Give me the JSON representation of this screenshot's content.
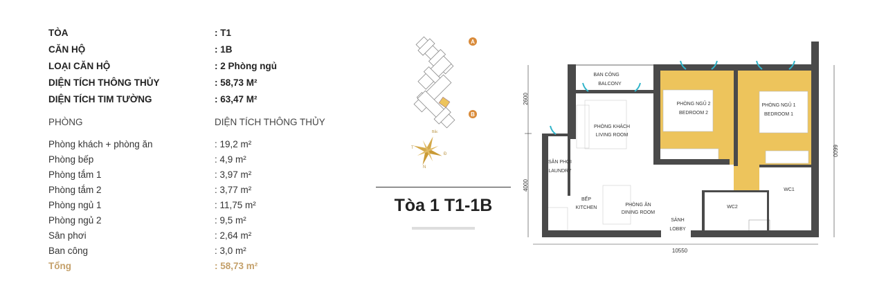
{
  "summary": [
    {
      "label": "TÒA",
      "value": ": T1"
    },
    {
      "label": "CĂN HỘ",
      "value": ": 1B"
    },
    {
      "label": "LOẠI CĂN HỘ",
      "value": ": 2 Phòng ngủ"
    },
    {
      "label": "DIỆN TÍCH THÔNG THỦY",
      "value": ": 58,73 M²"
    },
    {
      "label": "DIỆN TÍCH TIM TƯỜNG",
      "value": ": 63,47 M²"
    }
  ],
  "table_header": {
    "room": "PHÒNG",
    "area": "DIỆN TÍCH THÔNG THỦY"
  },
  "rooms": [
    {
      "name": "Phòng khách + phòng ăn",
      "area": ": 19,2 m²"
    },
    {
      "name": "Phòng bếp",
      "area": ": 4,9 m²"
    },
    {
      "name": "Phòng tắm 1",
      "area": ": 3,97 m²"
    },
    {
      "name": "Phòng tắm 2",
      "area": ": 3,77 m²"
    },
    {
      "name": "Phòng ngủ 1",
      "area": ": 11,75 m²"
    },
    {
      "name": "Phòng ngủ 2",
      "area": ": 9,5 m²"
    },
    {
      "name": "Sân phơi",
      "area": ": 2,64 m²"
    },
    {
      "name": "Ban công",
      "area": ": 3,0 m²"
    }
  ],
  "total": {
    "name": "Tổng",
    "area": ": 58,73 m²"
  },
  "site_map": {
    "marker_a": "A",
    "marker_b": "B",
    "compass": {
      "north": "Bắc",
      "west": "T",
      "east": "Đ",
      "south": "N"
    }
  },
  "unit_title": "Tòa 1 T1-1B",
  "floorplan": {
    "balcony": [
      "BAN CÔNG",
      "BALCONY"
    ],
    "living": [
      "PHÒNG KHÁCH",
      "LIVING ROOM"
    ],
    "bedroom2": [
      "PHÒNG NGỦ 2",
      "BEDROOM 2"
    ],
    "bedroom1": [
      "PHÒNG NGỦ 1",
      "BEDROOM 1"
    ],
    "laundry": [
      "SÂN PHƠI",
      "LAUNDRY"
    ],
    "kitchen": [
      "BẾP",
      "KITCHEN"
    ],
    "dining": [
      "PHÒNG ĂN",
      "DINING ROOM"
    ],
    "lobby": [
      "SẢNH",
      "LOBBY"
    ],
    "wc1": "WC1",
    "wc2": "WC2",
    "dims": {
      "width": "10550",
      "h_top": "2600",
      "h_bottom": "4000",
      "h_total": "6600"
    }
  },
  "colors": {
    "accent": "#c4a06a",
    "bedroom": "#edc45c",
    "wall": "#4a4a4a",
    "window_arrow": "#2fb3c9",
    "marker": "#d98b3a"
  }
}
